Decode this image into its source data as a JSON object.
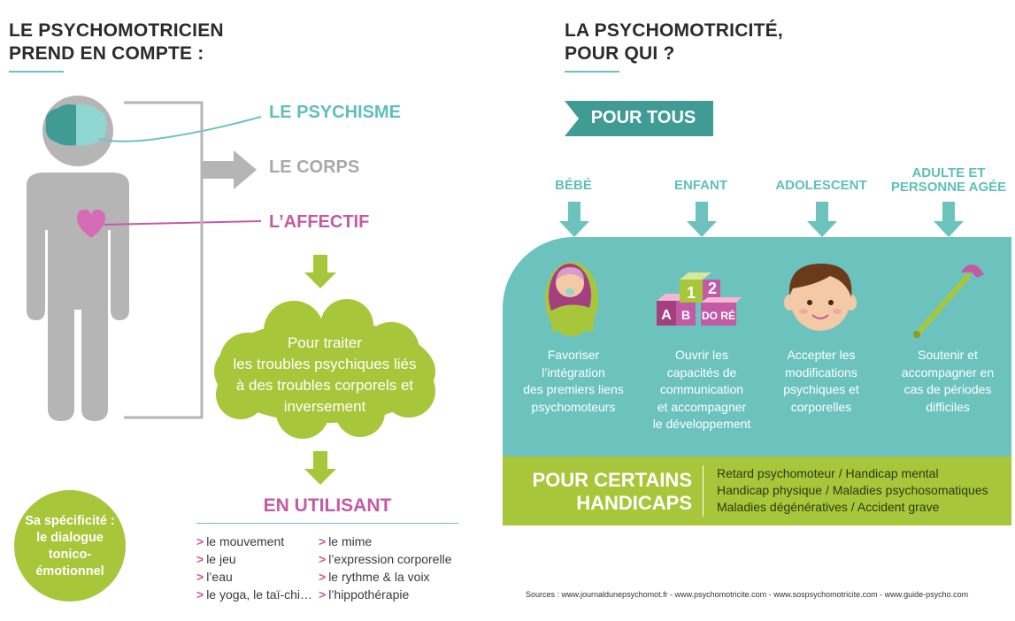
{
  "left": {
    "title_line1": "LE PSYCHOMOTRICIEN",
    "title_line2": "PREND EN COMPTE :",
    "labels": {
      "psychisme": "LE PSYCHISME",
      "corps": "LE CORPS",
      "affectif": "L’AFFECTIF"
    },
    "cloud_text": [
      "Pour traiter",
      "les troubles psychiques liés",
      "à des troubles corporels et",
      "inversement"
    ],
    "using_title": "EN UTILISANT",
    "using_col1": [
      "le mouvement",
      "le jeu",
      "l’eau",
      "le yoga, le taï-chi…"
    ],
    "using_col2": [
      "le mime",
      "l’expression corporelle",
      "le rythme & la voix",
      "l’hippothérapie"
    ],
    "specificity": [
      "Sa spécificité :",
      "le dialogue",
      "tonico-",
      "émotionnel"
    ]
  },
  "right": {
    "title_line1": "LA PSYCHOMOTRICITÉ,",
    "title_line2": "POUR QUI ?",
    "banner": "POUR TOUS",
    "categories": [
      {
        "label": [
          "BÉBÉ"
        ],
        "desc": [
          "Favoriser",
          "l’intégration",
          "des premiers liens",
          "psychomoteurs"
        ]
      },
      {
        "label": [
          "ENFANT"
        ],
        "desc": [
          "Ouvrir les",
          "capacités de",
          "communication",
          "et accompagner",
          "le développement"
        ]
      },
      {
        "label": [
          "ADOLESCENT"
        ],
        "desc": [
          "Accepter les",
          "modifications",
          "psychiques et",
          "corporelles"
        ]
      },
      {
        "label": [
          "ADULTE ET",
          "PERSONNE AGÉE"
        ],
        "desc": [
          "Soutenir et",
          "accompagner en",
          "cas de périodes",
          "difficiles"
        ]
      }
    ],
    "blocks": {
      "a": "A",
      "b": "B",
      "one": "1",
      "two": "2",
      "do_re": "DO RÉ"
    },
    "handicap_title": [
      "POUR CERTAINS",
      "HANDICAPS"
    ],
    "handicap_list": [
      "Retard psychomoteur / Handicap mental",
      "Handicap physique / Maladies psychosomatiques",
      "Maladies dégénératives / Accident grave"
    ],
    "sources": "Sources : www.journaldunepsychomot.fr - www.psychomotricite.com - www.sospsychomotricite.com - www.guide-psycho.com"
  },
  "colors": {
    "teal": "#6cc3be",
    "teal_dark": "#3f9b94",
    "green": "#a7c63a",
    "pink": "#c35aa5",
    "grey": "#a9a9a9",
    "body_grey": "#b5b5b5"
  }
}
